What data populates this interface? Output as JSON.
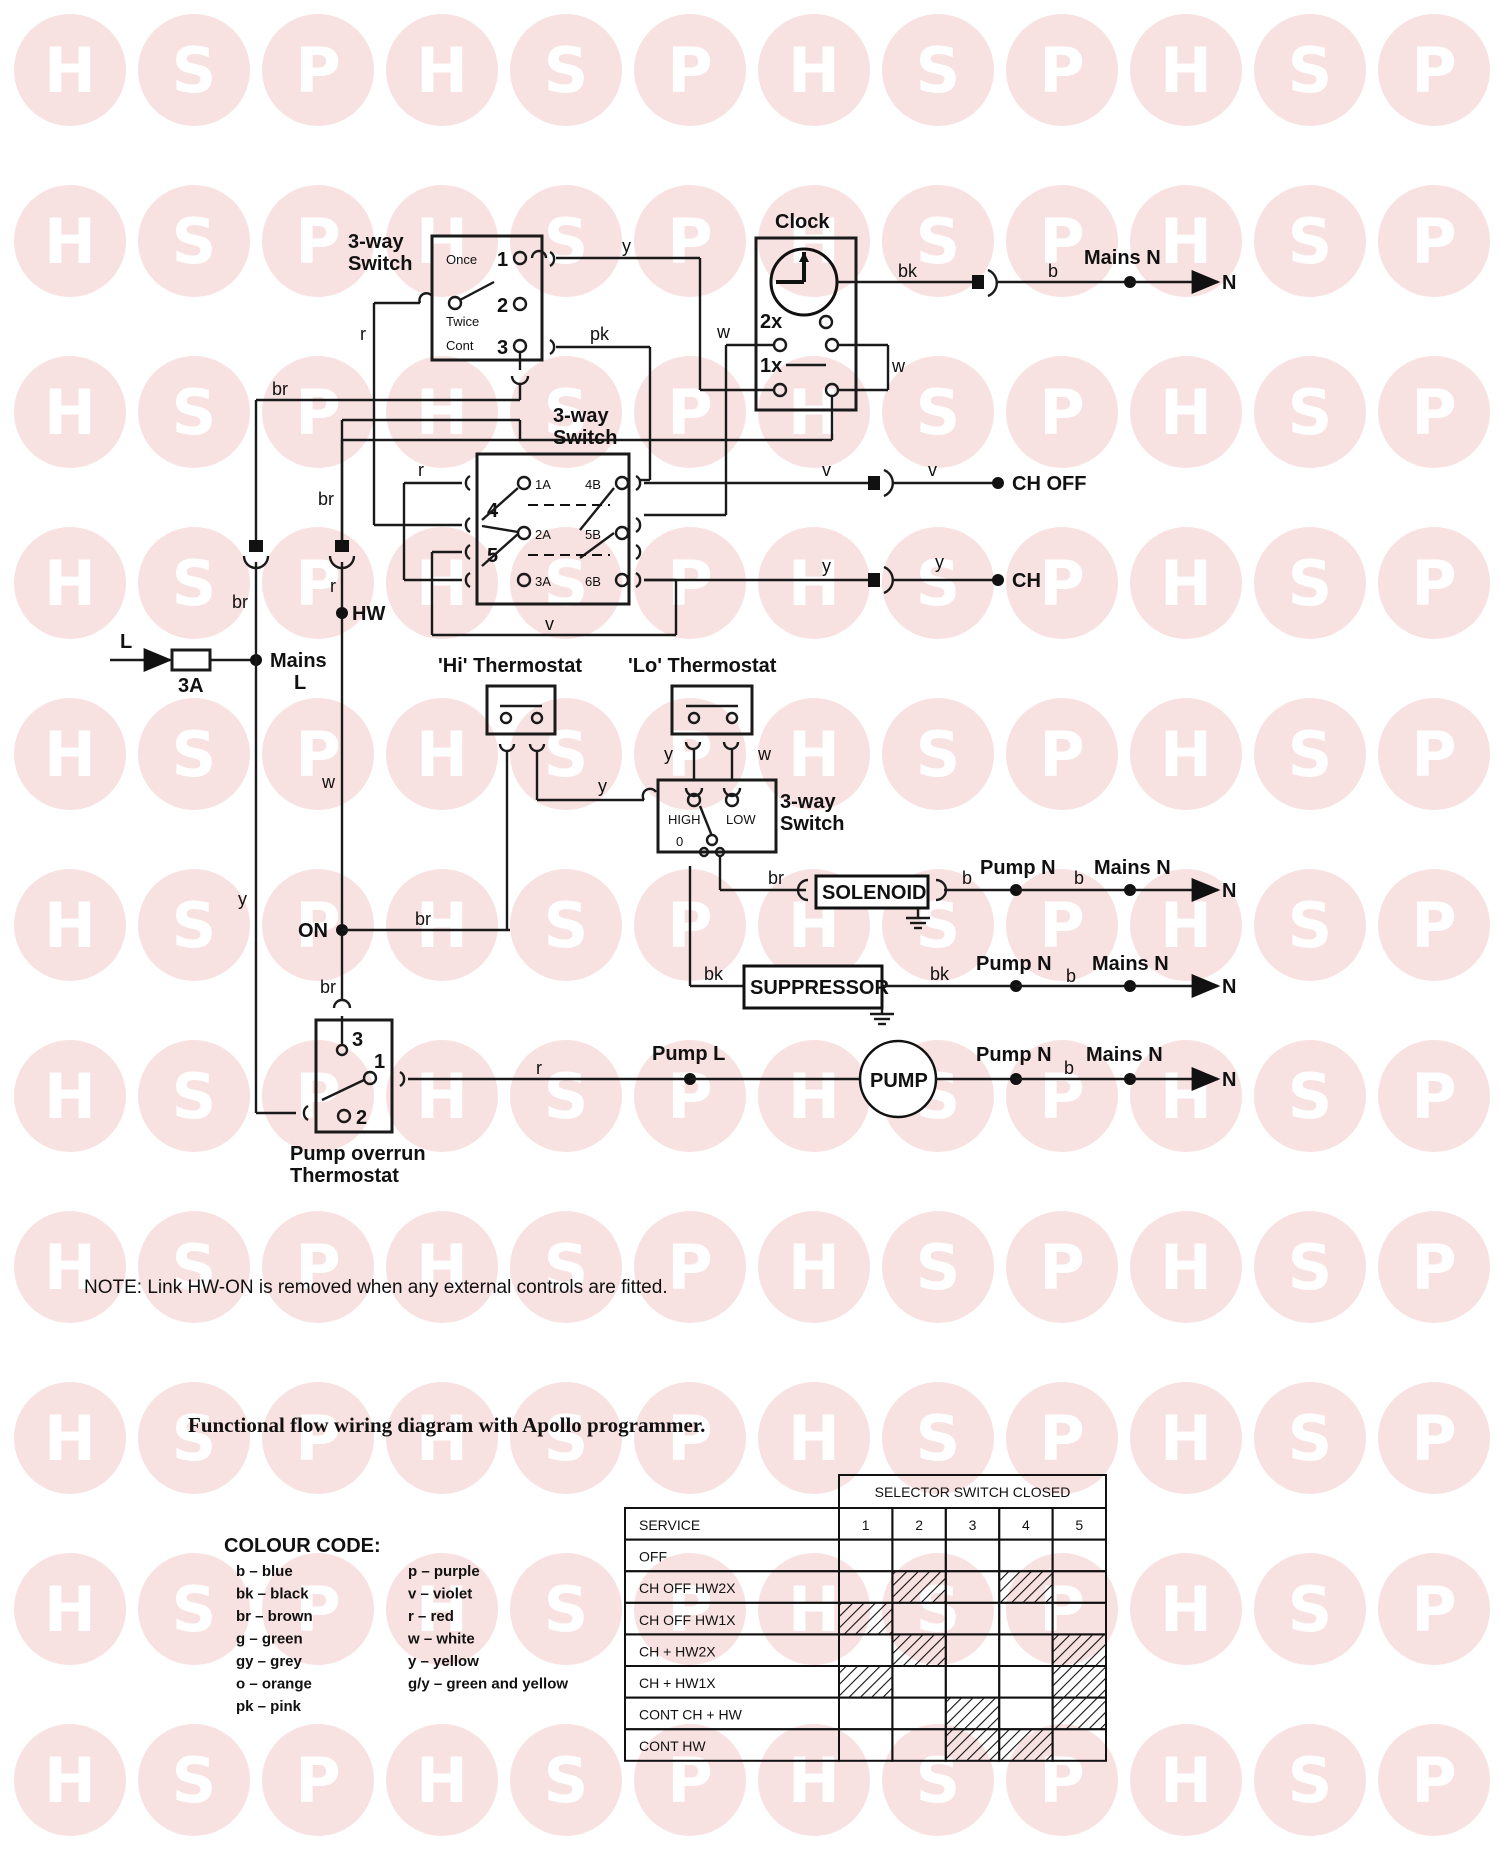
{
  "watermark": {
    "letters": [
      "H",
      "S",
      "P"
    ]
  },
  "diagram": {
    "switch1_title_a": "3-way",
    "switch1_title_b": "Switch",
    "switch1_once": "Once",
    "switch1_twice": "Twice",
    "switch1_cont": "Cont",
    "switch1_t1": "1",
    "switch1_t2": "2",
    "switch1_t3": "3",
    "clock_title": "Clock",
    "clock_2x": "2x",
    "clock_1x": "1x",
    "mains_n": "Mains N",
    "n": "N",
    "switch2_title_a": "3-way",
    "switch2_title_b": "Switch",
    "sw2_1a": "1A",
    "sw2_2a": "2A",
    "sw2_3a": "3A",
    "sw2_4b": "4B",
    "sw2_5b": "5B",
    "sw2_6b": "6B",
    "sw2_4": "4",
    "sw2_5": "5",
    "ch_off": "CH OFF",
    "ch": "CH",
    "hw": "HW",
    "l": "L",
    "fuse": "3A",
    "mains_l_a": "Mains",
    "mains_l_b": "L",
    "hi_thermostat": "'Hi' Thermostat",
    "lo_thermostat": "'Lo' Thermostat",
    "switch3_title_a": "3-way",
    "switch3_title_b": "Switch",
    "high": "HIGH",
    "low": "LOW",
    "zero": "0",
    "solenoid": "SOLENOID",
    "suppressor": "SUPPRESSOR",
    "pump": "PUMP",
    "pump_n": "Pump N",
    "pump_l": "Pump L",
    "on": "ON",
    "overrun_a": "Pump overrun",
    "overrun_b": "Thermostat",
    "ov_1": "1",
    "ov_2": "2",
    "ov_3": "3",
    "wire_y": "y",
    "wire_bk": "bk",
    "wire_b": "b",
    "wire_r": "r",
    "wire_pk": "pk",
    "wire_w": "w",
    "wire_br": "br",
    "wire_v": "v"
  },
  "note": "NOTE: Link HW-ON is removed when any external controls are fitted.",
  "caption": "Functional flow wiring diagram with Apollo programmer.",
  "colour_code": {
    "title": "COLOUR CODE:",
    "left": [
      "b – blue",
      "bk – black",
      "br – brown",
      "g – green",
      "gy – grey",
      "o – orange",
      "pk – pink"
    ],
    "right": [
      "p – purple",
      "v – violet",
      "r – red",
      "w – white",
      "y – yellow",
      "g/y – green and yellow"
    ]
  },
  "selector_table": {
    "header": "SELECTOR SWITCH CLOSED",
    "service_label": "SERVICE",
    "columns": [
      "1",
      "2",
      "3",
      "4",
      "5"
    ],
    "rows": [
      {
        "service": "OFF",
        "closed": [
          false,
          false,
          false,
          false,
          false
        ]
      },
      {
        "service": "CH OFF HW2X",
        "closed": [
          false,
          true,
          false,
          true,
          false
        ]
      },
      {
        "service": "CH OFF HW1X",
        "closed": [
          true,
          false,
          false,
          false,
          false
        ]
      },
      {
        "service": "CH + HW2X",
        "closed": [
          false,
          true,
          false,
          false,
          true
        ]
      },
      {
        "service": "CH + HW1X",
        "closed": [
          true,
          false,
          false,
          false,
          true
        ]
      },
      {
        "service": "CONT CH + HW",
        "closed": [
          false,
          false,
          true,
          false,
          true
        ]
      },
      {
        "service": "CONT HW",
        "closed": [
          false,
          false,
          true,
          true,
          false
        ]
      }
    ]
  }
}
